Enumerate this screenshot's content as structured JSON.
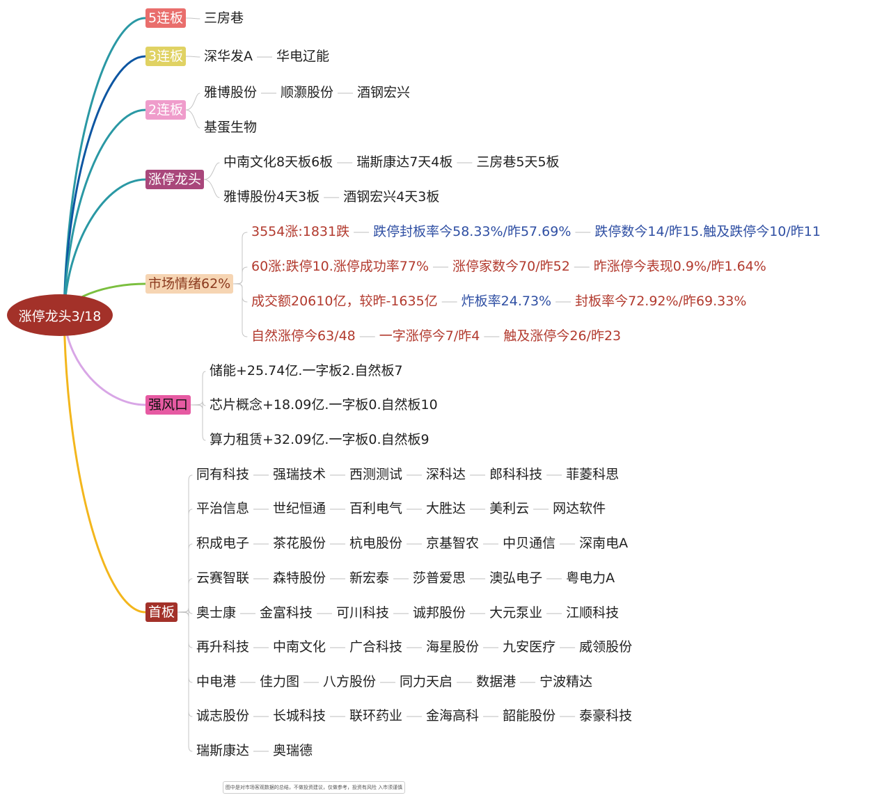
{
  "root": {
    "label": "涨停龙头3/18",
    "color": "#a33129"
  },
  "branches": [
    {
      "key": "b5",
      "label": "5连板",
      "bg": "#e96e6c",
      "fg": "#ffffff",
      "wire": "#2a98a4",
      "rows": [
        [
          "三房巷"
        ]
      ]
    },
    {
      "key": "b3",
      "label": "3连板",
      "bg": "#e0d263",
      "fg": "#ffffff",
      "wire": "#0d56a2",
      "rows": [
        [
          "深华发A",
          "华电辽能"
        ]
      ]
    },
    {
      "key": "b2",
      "label": "2连板",
      "bg": "#ef9ccb",
      "fg": "#ffffff",
      "wire": "#2a98a4",
      "rows": [
        [
          "雅博股份",
          "顺灏股份",
          "酒钢宏兴"
        ],
        [
          "基蛋生物"
        ]
      ]
    },
    {
      "key": "lt",
      "label": "涨停龙头",
      "bg": "#a9477b",
      "fg": "#ffffff",
      "wire": "#2a98a4",
      "rows": [
        [
          "中南文化8天板6板",
          "瑞斯康达7天4板",
          "三房巷5天5板"
        ],
        [
          "雅博股份4天3板",
          "酒钢宏兴4天3板"
        ]
      ]
    },
    {
      "key": "mood",
      "label": "市场情绪62%",
      "bg": "#f6d5b3",
      "fg": "#8b3a1e",
      "wire": "#7bbf3f",
      "rows": [
        [
          "3554涨:1831跌",
          "跌停封板率今58.33%/昨57.69%",
          "跌停数今14/昨15.触及跌停今10/昨11"
        ],
        [
          "60涨:跌停10.涨停成功率77%",
          "涨停家数今70/昨52",
          "昨涨停今表现0.9%/昨1.64%"
        ],
        [
          "成交额20610亿，较昨-1635亿",
          "炸板率24.73%",
          "封板率今72.92%/昨69.33%"
        ],
        [
          "自然涨停今63/48",
          "一字涨停今7/昨4",
          "触及涨停今26/昨23"
        ]
      ],
      "colors": [
        [
          "#b23a2e",
          "#2f4fa3",
          "#2f4fa3"
        ],
        [
          "#b23a2e",
          "#b23a2e",
          "#b23a2e"
        ],
        [
          "#b23a2e",
          "#2f4fa3",
          "#b23a2e"
        ],
        [
          "#b23a2e",
          "#b23a2e",
          "#b23a2e"
        ]
      ]
    },
    {
      "key": "wind",
      "label": "强风口",
      "bg": "#e65aa2",
      "fg": "#111111",
      "wire": "#d8a6e6",
      "rows": [
        [
          "储能+25.74亿.一字板2.自然板7"
        ],
        [
          "芯片概念+18.09亿.一字板0.自然板10"
        ],
        [
          "算力租赁+32.09亿.一字板0.自然板9"
        ]
      ]
    },
    {
      "key": "first",
      "label": "首板",
      "bg": "#a33129",
      "fg": "#ffffff",
      "wire": "#f3b61c",
      "rows": [
        [
          "同有科技",
          "强瑞技术",
          "西测测试",
          "深科达",
          "郎科科技",
          "菲菱科思"
        ],
        [
          "平治信息",
          "世纪恒通",
          "百利电气",
          "大胜达",
          "美利云",
          "网达软件"
        ],
        [
          "积成电子",
          "茶花股份",
          "杭电股份",
          "京基智农",
          "中贝通信",
          "深南电A"
        ],
        [
          "云赛智联",
          "森特股份",
          "新宏泰",
          "莎普爱思",
          "澳弘电子",
          "粤电力A"
        ],
        [
          "奥士康",
          "金富科技",
          "可川科技",
          "诚邦股份",
          "大元泵业",
          "江顺科技"
        ],
        [
          "再升科技",
          "中南文化",
          "广合科技",
          "海星股份",
          "九安医疗",
          "威领股份"
        ],
        [
          "中电港",
          "佳力图",
          "八方股份",
          "同力天启",
          "数据港",
          "宁波精达"
        ],
        [
          "诚志股份",
          "长城科技",
          "联环药业",
          "金海高科",
          "韶能股份",
          "泰豪科技"
        ],
        [
          "瑞斯康达",
          "奥瑞德"
        ]
      ]
    }
  ],
  "disclaimer": "图中是对市场客观数据的总结，不做投资建议，仅做参考，投资有风险   入市须谨慎"
}
